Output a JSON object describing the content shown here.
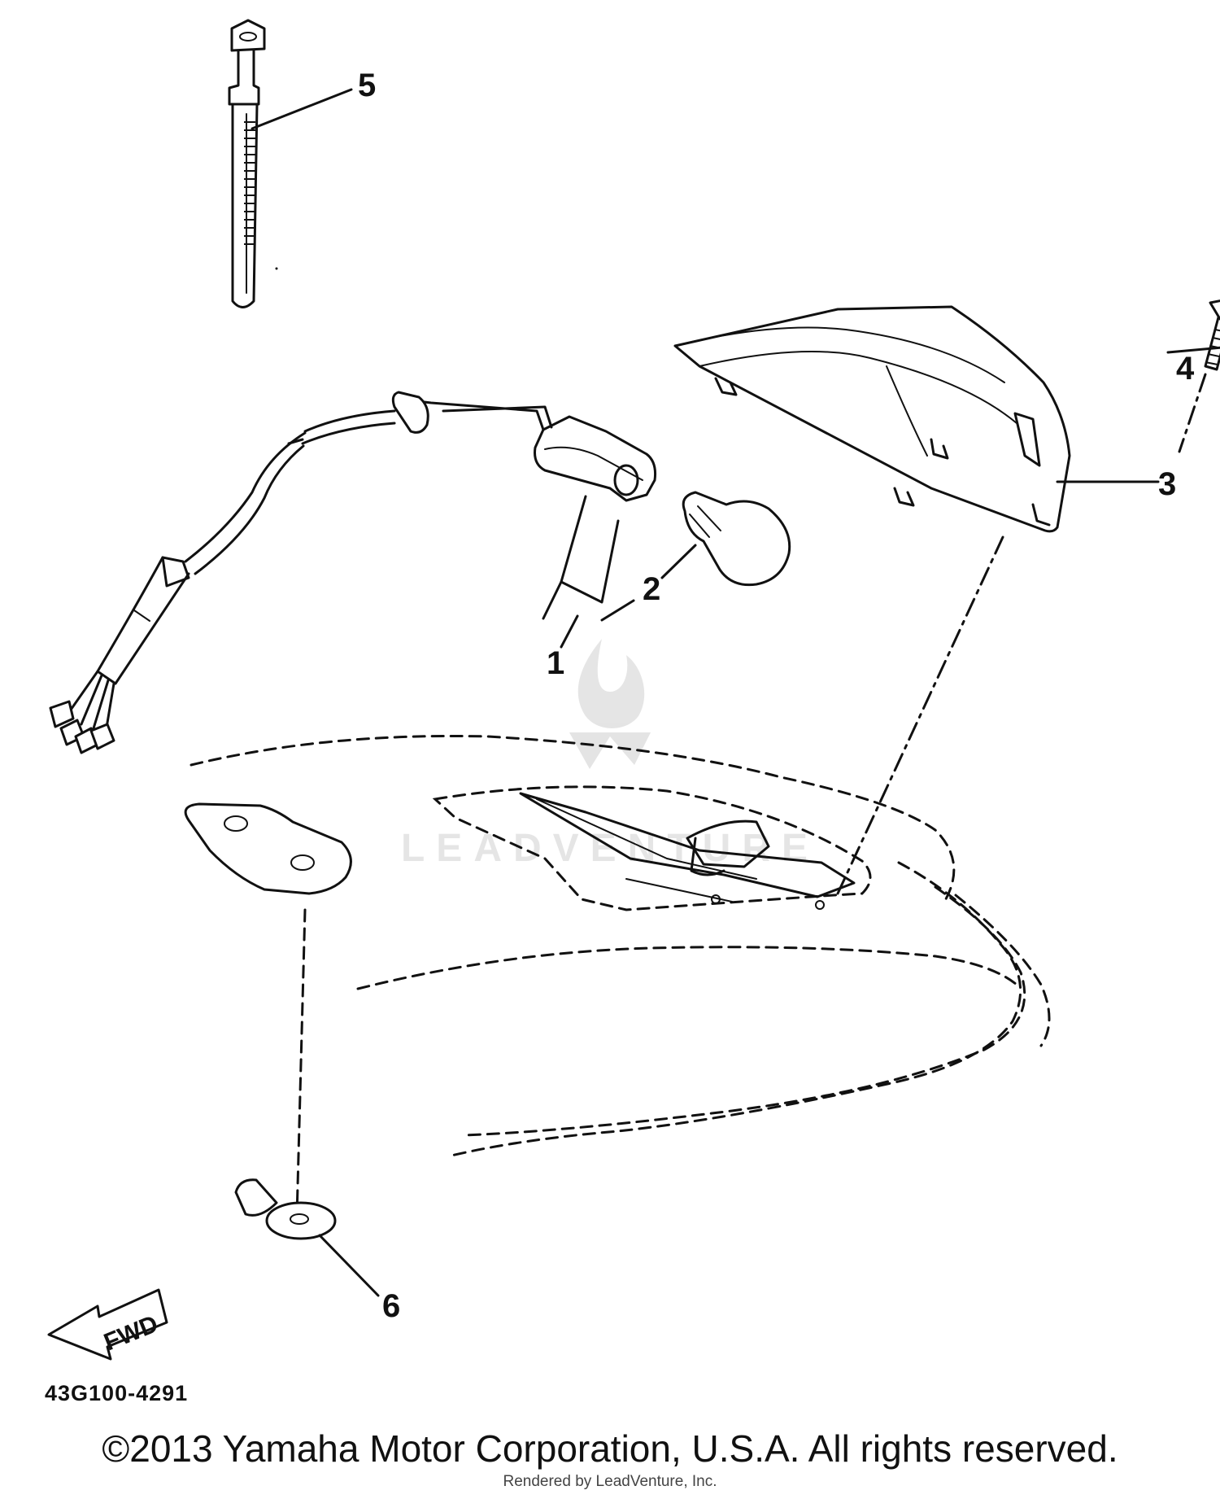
{
  "callouts": {
    "c1": "1",
    "c2": "2",
    "c3": "3",
    "c4": "4",
    "c5": "5",
    "c6": "6"
  },
  "fwd_label": "FWD",
  "diagram_code": "43G100-4291",
  "copyright": "©2013 Yamaha Motor Corporation, U.S.A. All rights reserved.",
  "rendered_by": "Rendered by LeadVenture, Inc.",
  "watermark": "LEADVENTURE"
}
